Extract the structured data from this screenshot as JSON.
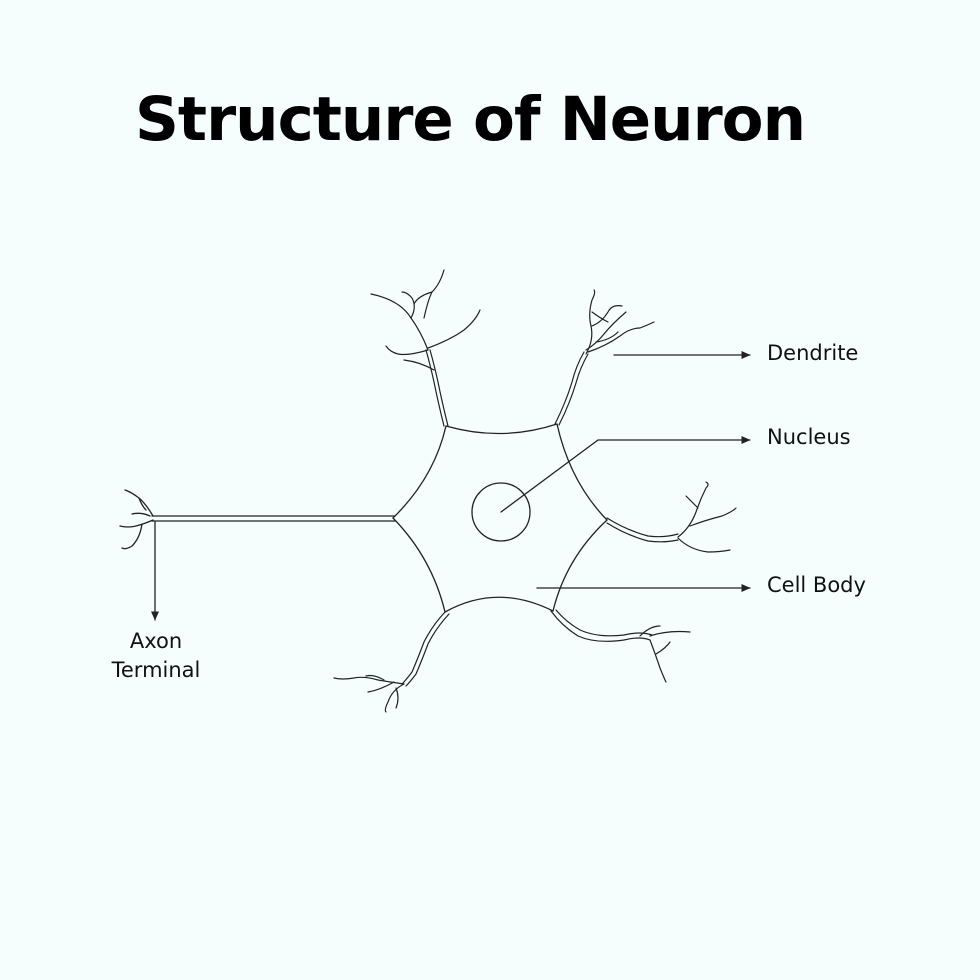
{
  "title": "Structure of Neuron",
  "labels": {
    "dendrite": "Dendrite",
    "nucleus": "Nucleus",
    "cell_body": "Cell Body",
    "axon_terminal_line1": "Axon",
    "axon_terminal_line2": "Terminal"
  },
  "colors": {
    "background": "#f5fefd",
    "line": "#222222",
    "text": "#111111"
  }
}
